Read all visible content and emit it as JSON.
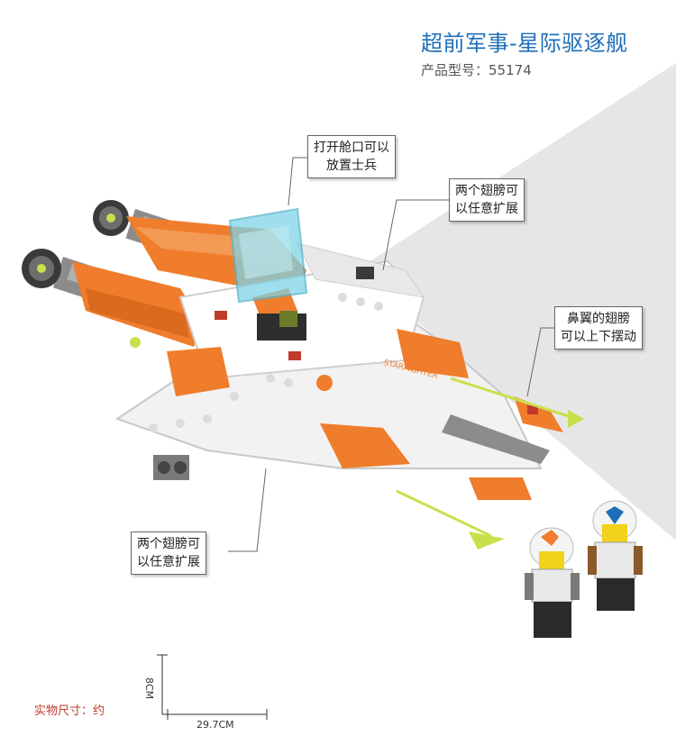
{
  "header": {
    "title": "超前军事-星际驱逐舰",
    "model_label": "产品型号：",
    "model_number": "55174"
  },
  "callouts": [
    {
      "lines": [
        "打开舱口可以",
        "放置士兵"
      ]
    },
    {
      "lines": [
        "两个翅膀可",
        "以任意扩展"
      ]
    },
    {
      "lines": [
        "鼻翼的翅膀",
        "可以上下摆动"
      ]
    },
    {
      "lines": [
        "两个翅膀可",
        "以任意扩展"
      ]
    }
  ],
  "model_print": {
    "decal": "STARFIGHTER"
  },
  "dimensions": {
    "height": "8CM",
    "length": "29.7CM",
    "label": "实物尺寸：约"
  },
  "colors": {
    "title": "#1e6fb8",
    "orange": "#ef7d2c",
    "white_brick": "#f2f2f2",
    "grey_brick": "#8c8c8c",
    "canopy": "#7fd3e6",
    "lime": "#c9e04a",
    "size_label": "#c0392b"
  }
}
